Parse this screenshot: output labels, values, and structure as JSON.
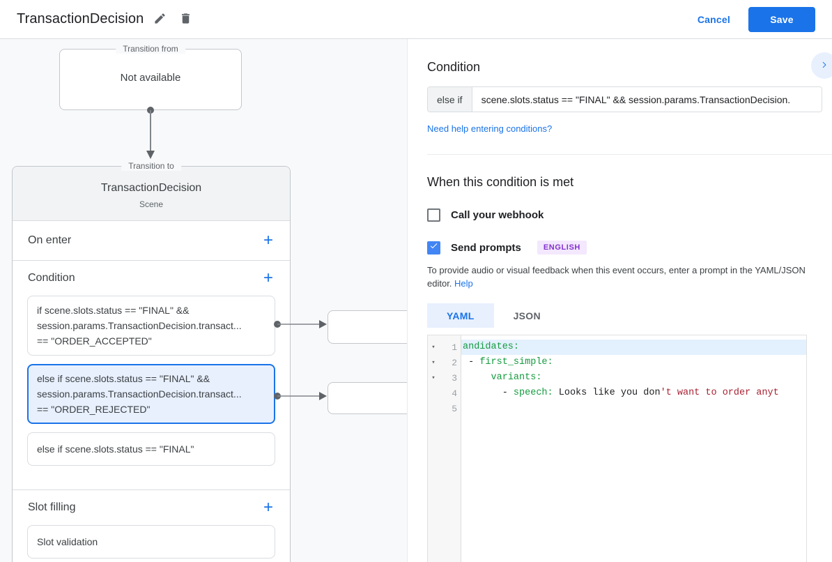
{
  "header": {
    "title": "TransactionDecision",
    "cancel_label": "Cancel",
    "save_label": "Save"
  },
  "icons": {
    "edit": "pencil-icon",
    "delete": "trash-icon",
    "expand": "chevron-right-icon",
    "add": "plus-icon",
    "checked": "checkmark-icon",
    "fold": "triangle-down-icon"
  },
  "colors": {
    "accent": "#1a73e8",
    "selected_card_bg": "#e8f0fe",
    "selected_card_border": "#1a73e8",
    "checkbox_checked": "#4285f4",
    "badge_bg": "#f3e8fd",
    "badge_text": "#8430ce",
    "yaml_key": "#149b3f",
    "yaml_string": "#a82333",
    "active_line_bg": "#e3f0fd"
  },
  "diagram": {
    "transition_from": {
      "label": "Transition from",
      "value": "Not available"
    },
    "transition_to": {
      "label": "Transition to",
      "title": "TransactionDecision",
      "subtitle": "Scene"
    },
    "on_enter": {
      "label": "On enter",
      "add_label": "+"
    },
    "condition": {
      "label": "Condition",
      "add_label": "+",
      "cards": [
        {
          "selected": false,
          "lines": [
            "if scene.slots.status == \"FINAL\" &&",
            "session.params.TransactionDecision.transact...",
            "== \"ORDER_ACCEPTED\""
          ]
        },
        {
          "selected": true,
          "lines": [
            "else if scene.slots.status == \"FINAL\" &&",
            "session.params.TransactionDecision.transact...",
            "== \"ORDER_REJECTED\""
          ]
        },
        {
          "selected": false,
          "lines": [
            "else if scene.slots.status == \"FINAL\""
          ]
        }
      ]
    },
    "slot_filling": {
      "label": "Slot filling",
      "add_label": "+",
      "cards": [
        {
          "lines": [
            "Slot validation"
          ]
        }
      ]
    }
  },
  "panel": {
    "condition": {
      "heading": "Condition",
      "operator": "else if",
      "expression": "scene.slots.status == \"FINAL\" && session.params.TransactionDecision.",
      "help_link": "Need help entering conditions?"
    },
    "when_met": {
      "heading": "When this condition is met",
      "webhook_label": "Call your webhook",
      "webhook_checked": false,
      "prompts_label": "Send prompts",
      "prompts_checked": true,
      "language_badge": "ENGLISH",
      "helper_text": "To provide audio or visual feedback when this event occurs, enter a prompt in the YAML/JSON editor. ",
      "helper_link": "Help"
    },
    "editor": {
      "tabs": [
        {
          "label": "YAML",
          "active": true
        },
        {
          "label": "JSON",
          "active": false
        }
      ],
      "lines": [
        {
          "num": 1,
          "fold": true,
          "highlight": true,
          "tokens": [
            {
              "c": "key",
              "t": "andidates:"
            }
          ]
        },
        {
          "num": 2,
          "fold": true,
          "highlight": false,
          "tokens": [
            {
              "c": "plain",
              "t": " - "
            },
            {
              "c": "key",
              "t": "first_simple:"
            }
          ]
        },
        {
          "num": 3,
          "fold": true,
          "highlight": false,
          "tokens": [
            {
              "c": "plain",
              "t": "     "
            },
            {
              "c": "key",
              "t": "variants:"
            }
          ]
        },
        {
          "num": 4,
          "fold": false,
          "highlight": false,
          "tokens": [
            {
              "c": "plain",
              "t": "       - "
            },
            {
              "c": "key",
              "t": "speech:"
            },
            {
              "c": "plain",
              "t": " Looks like you don"
            },
            {
              "c": "string",
              "t": "'t want to order anyt"
            }
          ]
        },
        {
          "num": 5,
          "fold": false,
          "highlight": false,
          "tokens": []
        }
      ]
    }
  }
}
